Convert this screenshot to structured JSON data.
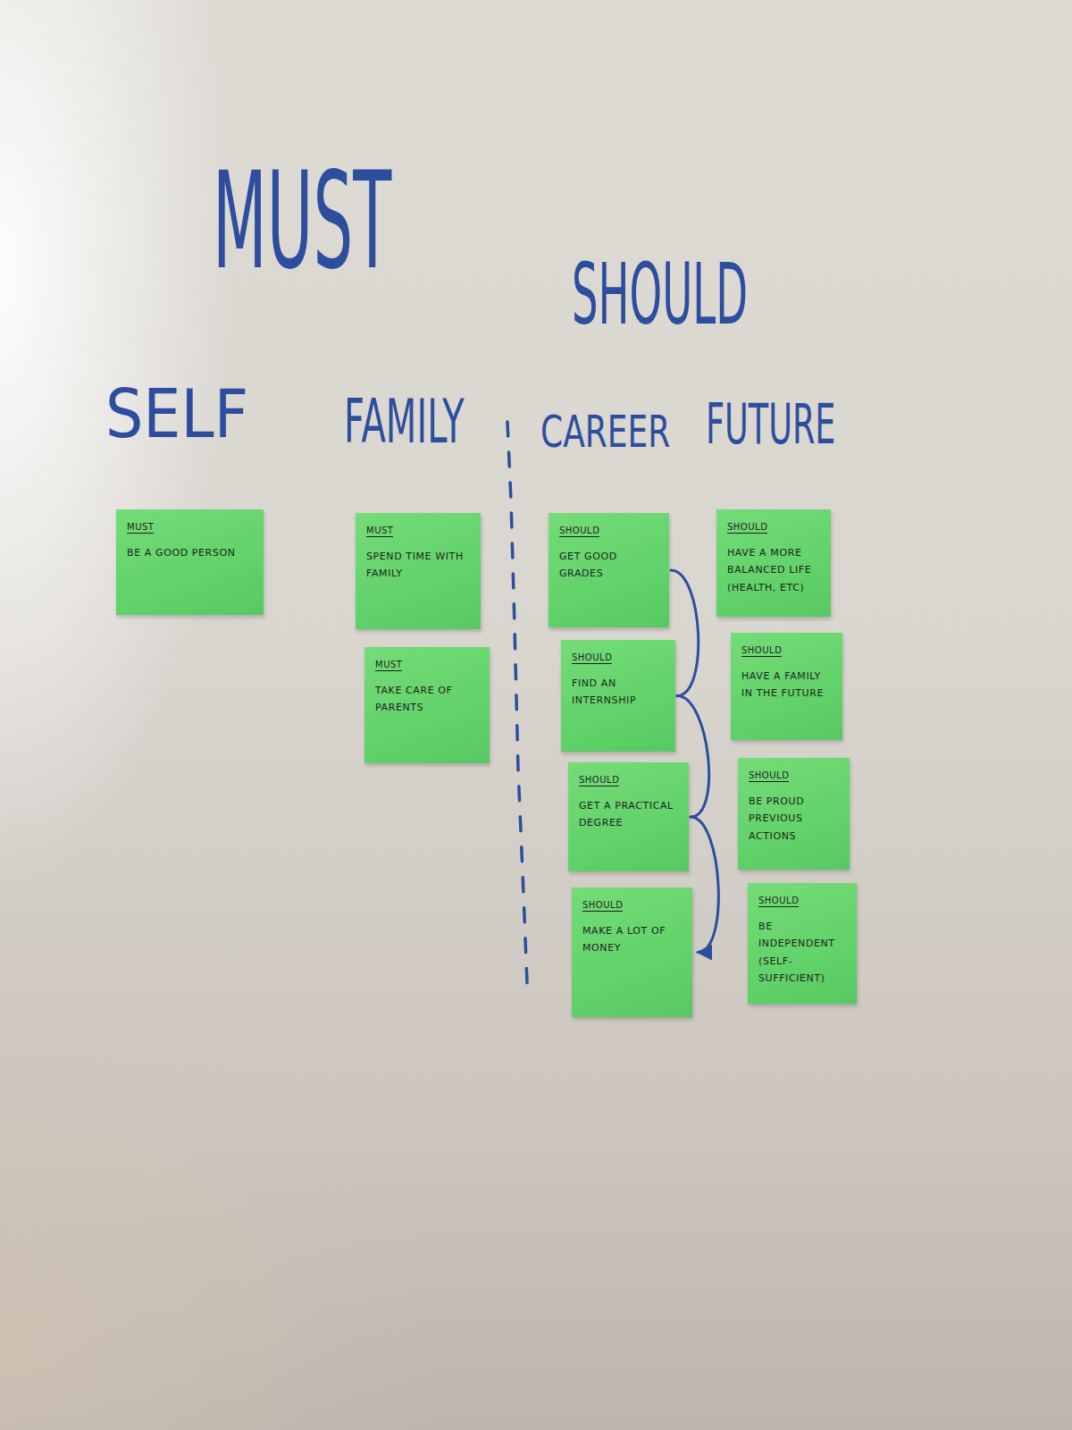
{
  "diagram": {
    "nodes": [
      {
        "text": [
          "MUST",
          "BE A GOOD PERSON"
        ]
      },
      {
        "text": [
          "MUST",
          "SPEND TIME WITH FAMILY"
        ]
      },
      {
        "text": [
          "MUST",
          "TAKE CARE OF PARENTS"
        ]
      },
      {
        "text": [
          "SHOULD",
          "GET GOOD GRADES"
        ]
      },
      {
        "text": [
          "SHOULD",
          "FIND AN INTERNSHIP"
        ]
      },
      {
        "text": [
          "SHOULD",
          "GET A PRACTICAL DEGREE"
        ]
      },
      {
        "text": [
          "SHOULD",
          "MAKE A LOT OF MONEY"
        ]
      },
      {
        "text": [
          "SHOULD",
          "HAVE A MORE BALANCED LIFE (HEALTH, ETC)"
        ]
      },
      {
        "text": [
          "SHOULD",
          "HAVE A FAMILY IN THE FUTURE"
        ]
      },
      {
        "text": [
          "SHOULD",
          "BE PROUD PREVIOUS ACTIONS"
        ]
      },
      {
        "text": [
          "SHOULD",
          "BE INDEPENDENT (SELF-SUFFICIENT)"
        ]
      }
    ],
    "edges": [
      {
        "from": 3,
        "to": 4,
        "arrow": "none"
      },
      {
        "from": 4,
        "to": 5,
        "arrow": "none"
      },
      {
        "from": 5,
        "to": 6,
        "arrow": "to"
      }
    ],
    "labels": [
      "MUST",
      "SHOULD",
      "SELF",
      "FAMILY",
      "CAREER",
      "FUTURE"
    ]
  }
}
